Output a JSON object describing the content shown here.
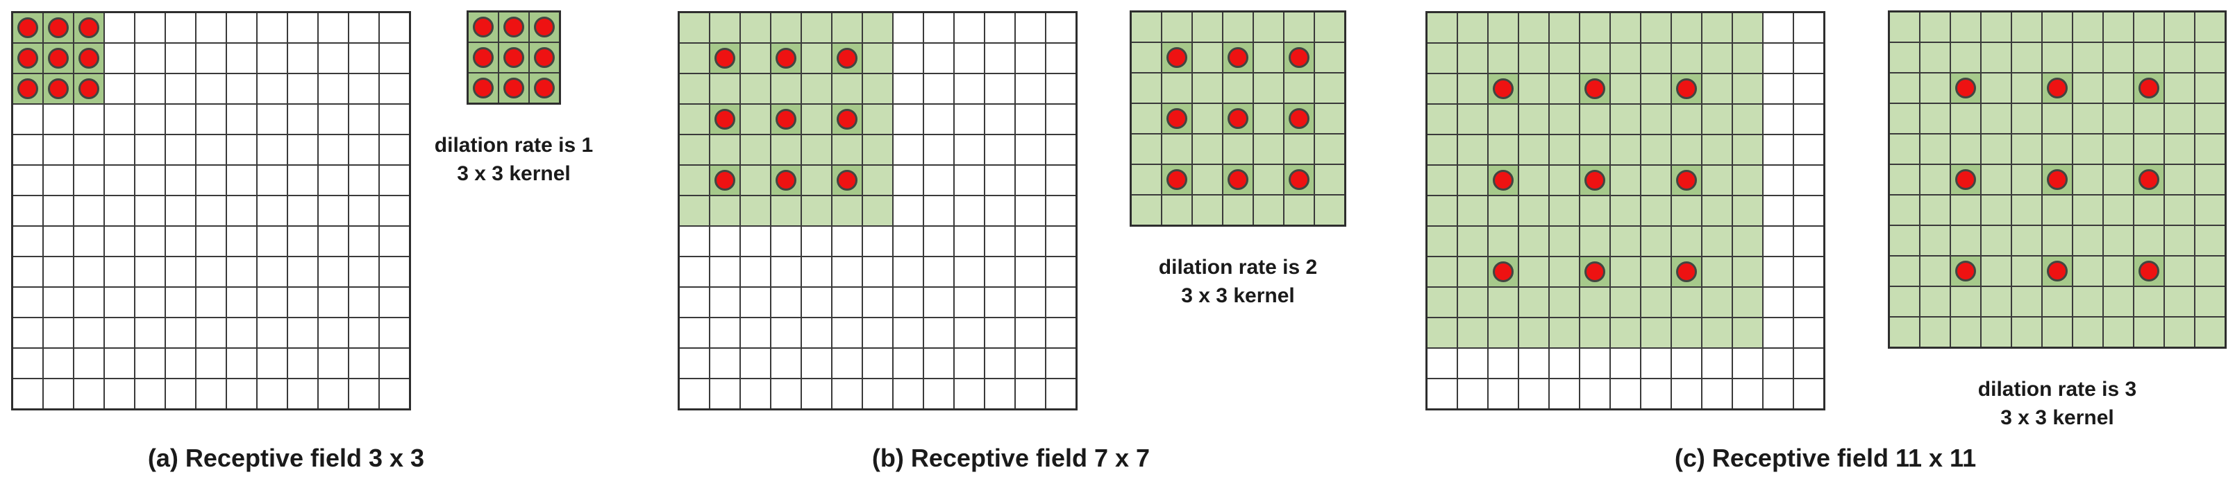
{
  "figure": {
    "type": "dilated-convolution-receptive-field-diagram",
    "colors": {
      "light_green": "#c8deb3",
      "dark_green": "#a6c98b",
      "dot_red": "#ee1212",
      "grid_line": "#3a3a3a",
      "grid_edge": "#2e2e2e",
      "cell_white": "#ffffff",
      "text": "#1a1a1a"
    },
    "panels": [
      {
        "id": "a",
        "caption": "(a) Receptive field 3 x 3",
        "kernel_label_line1": "dilation rate is 1",
        "kernel_label_line2": "3 x 3 kernel",
        "dilation_rate": 1,
        "receptive_field": "3 x 3",
        "feature_map": {
          "rows": 13,
          "cols": 13,
          "green_size": 3,
          "dot_positions": [
            0,
            1,
            2
          ]
        },
        "kernel": {
          "size": 3,
          "dot_positions": [
            0,
            1,
            2
          ]
        }
      },
      {
        "id": "b",
        "caption": "(b) Receptive field 7 x 7",
        "kernel_label_line1": "dilation rate is 2",
        "kernel_label_line2": "3 x 3 kernel",
        "dilation_rate": 2,
        "receptive_field": "7 x 7",
        "feature_map": {
          "rows": 13,
          "cols": 13,
          "green_size": 7,
          "dot_positions": [
            1,
            3,
            5
          ]
        },
        "kernel": {
          "size": 7,
          "dot_positions": [
            1,
            3,
            5
          ]
        }
      },
      {
        "id": "c",
        "caption": "(c) Receptive field 11 x 11",
        "kernel_label_line1": "dilation rate is 3",
        "kernel_label_line2": "3 x 3 kernel",
        "dilation_rate": 3,
        "receptive_field": "11 x 11",
        "feature_map": {
          "rows": 13,
          "cols": 13,
          "green_size": 11,
          "dot_positions": [
            2,
            5,
            8
          ]
        },
        "kernel": {
          "size": 11,
          "dot_positions": [
            2,
            5,
            8
          ]
        }
      }
    ]
  }
}
